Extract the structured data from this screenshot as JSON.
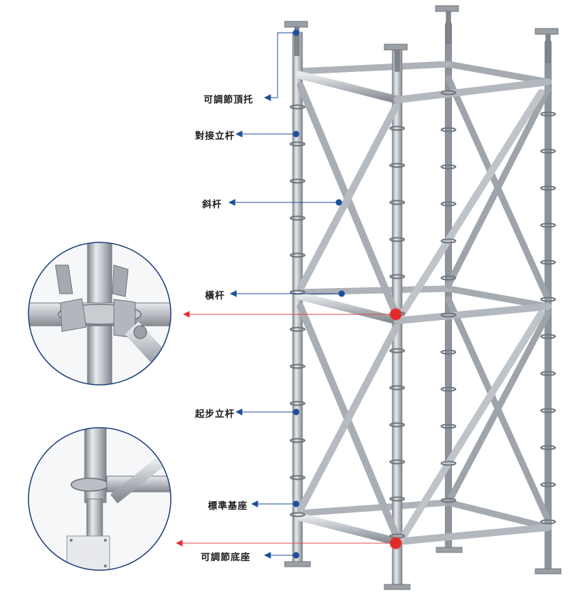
{
  "labels": {
    "top_jack": "可調節頂托",
    "vertical_standard": "對接立杆",
    "diagonal_brace": "斜杆",
    "ledger": "橫杆",
    "starter_standard": "起步立杆",
    "base_collar": "標準基座",
    "base_jack": "可調節底座"
  },
  "colors": {
    "pole": "#b9bec4",
    "pole_dark": "#8e949b",
    "pole_light": "#e4e7ea",
    "callout_blue": "#1f4f9a",
    "callout_red": "#e02b2b",
    "circle_border": "#1c3f7a"
  }
}
